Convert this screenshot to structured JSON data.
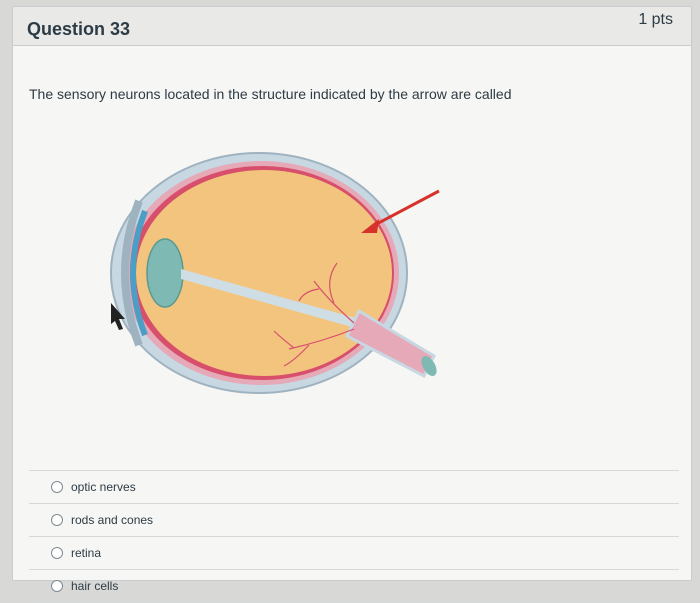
{
  "question": {
    "title": "Question 33",
    "points": "1 pts",
    "prompt": "The sensory neurons located in the structure indicated by the arrow are called"
  },
  "answers": [
    {
      "label": "optic nerves"
    },
    {
      "label": "rods and cones"
    },
    {
      "label": "retina"
    },
    {
      "label": "hair cells"
    }
  ],
  "colors": {
    "arrow": "#d7322a",
    "vitreous": "#f2c47e",
    "sclera": "#c7d8e2",
    "retina_layer": "#d84f6c",
    "lens": "#7fb9b3"
  }
}
